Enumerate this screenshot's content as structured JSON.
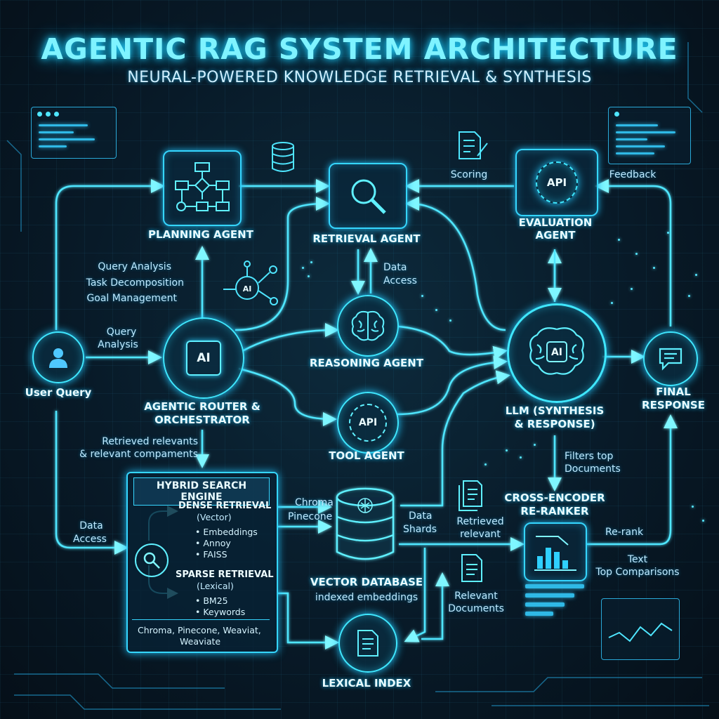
{
  "header": {
    "title": "AGENTIC RAG SYSTEM ARCHITECTURE",
    "subtitle": "NEURAL-POWERED KNOWLEDGE RETRIEVAL & SYNTHESIS"
  },
  "nodes": {
    "user_query": "User Query",
    "planning_agent": "PLANNING AGENT",
    "retrieval_agent": "RETRIEVAL AGENT",
    "evaluation_agent_1": "EVALUATION",
    "evaluation_agent_2": "AGENT",
    "router_1": "AGENTIC ROUTER &",
    "router_2": "ORCHESTRATOR",
    "reasoning_agent": "REASONING AGENT",
    "tool_agent": "TOOL AGENT",
    "llm_1": "LLM (SYNTHESIS",
    "llm_2": "& RESPONSE)",
    "final_response_1": "FINAL",
    "final_response_2": "RESPONSE",
    "cross_encoder_1": "CROSS-ENCODER",
    "cross_encoder_2": "RE-RANKER",
    "vector_db": "VECTOR DATABASE",
    "vector_db_sub": "indexed embeddings",
    "lexical_index": "LEXICAL INDEX"
  },
  "icons": {
    "ai_chip": "AI",
    "api": "API"
  },
  "notes": {
    "query_analysis_list": "Query Analysis",
    "task_decomposition": "Task Decomposition",
    "goal_management": "Goal Management",
    "query_analysis_1": "Query",
    "query_analysis_2": "Analysis",
    "scoring": "Scoring",
    "feedback": "Feedback",
    "data_access_top_1": "Data",
    "data_access_top_2": "Access",
    "retrieved_relevants_1": "Retrieved relevants",
    "retrieved_relevants_2": "& relevant compaments",
    "data_access_left_1": "Data",
    "data_access_left_2": "Access",
    "chroma": "Chroma",
    "pinecone": "Pinecone",
    "data_shards_1": "Data",
    "data_shards_2": "Shards",
    "retrieved_relevant_1": "Retrieved",
    "retrieved_relevant_2": "relevant",
    "relevant_docs_1": "Relevant",
    "relevant_docs_2": "Documents",
    "filters_top_1": "Filters top",
    "filters_top_2": "Documents",
    "rerank": "Re-rank",
    "text_top_1": "Text",
    "text_top_2": "Top Comparisons"
  },
  "hybrid": {
    "title": "HYBRID SEARCH ENGINE",
    "dense_title": "DENSE RETRIEVAL",
    "dense_sub": "(Vector)",
    "dense_items": [
      "Embeddings",
      "Annoy",
      "FAISS"
    ],
    "sparse_title": "SPARSE RETRIEVAL",
    "sparse_sub": "(Lexical)",
    "sparse_items": [
      "BM25",
      "Keywords"
    ],
    "footer_1": "Chroma, Pinecone, Weaviat,",
    "footer_2": "Weaviate"
  },
  "colors": {
    "accent": "#35d6ff",
    "glow": "#1fb8ee",
    "line": "#5ff0ff",
    "title": "#7ff3ff"
  }
}
